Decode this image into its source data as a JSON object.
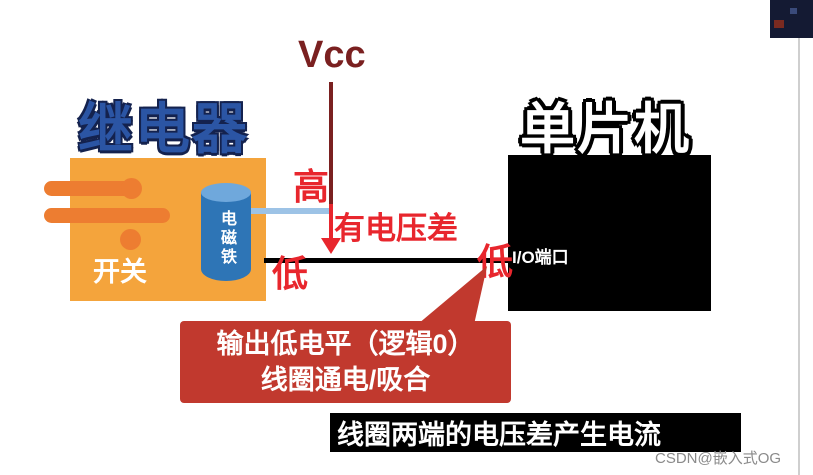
{
  "diagram": {
    "relay_title": "继电器",
    "mcu_title": "单片机",
    "vcc_label": "Vcc",
    "high_label": "高",
    "voltage_diff_label": "有电压差",
    "low_label_left": "低",
    "low_label_right": "低",
    "switch_label": "开关",
    "electromagnet_label": "电磁铁",
    "io_port_label": "I/O端口"
  },
  "callout": {
    "line1": "输出低电平（逻辑0）",
    "line2": "线圈通电/吸合"
  },
  "caption": "线圈两端的电压差产生电流",
  "watermark": "CSDN@嵌入式OG",
  "colors": {
    "relay_title_blue": "#2b55a4",
    "title_outline_navy": "#14224e",
    "vcc_dark_red": "#7a2020",
    "annotation_red": "#e8262d",
    "relay_box_orange": "#f4a43c",
    "contact_orange": "#ed7d31",
    "cylinder_blue": "#2e75b6",
    "cylinder_top_blue": "#6fa8dc",
    "wire_light_blue": "#9dc3e6",
    "callout_red": "#c1392e",
    "mcu_black": "#000000"
  }
}
